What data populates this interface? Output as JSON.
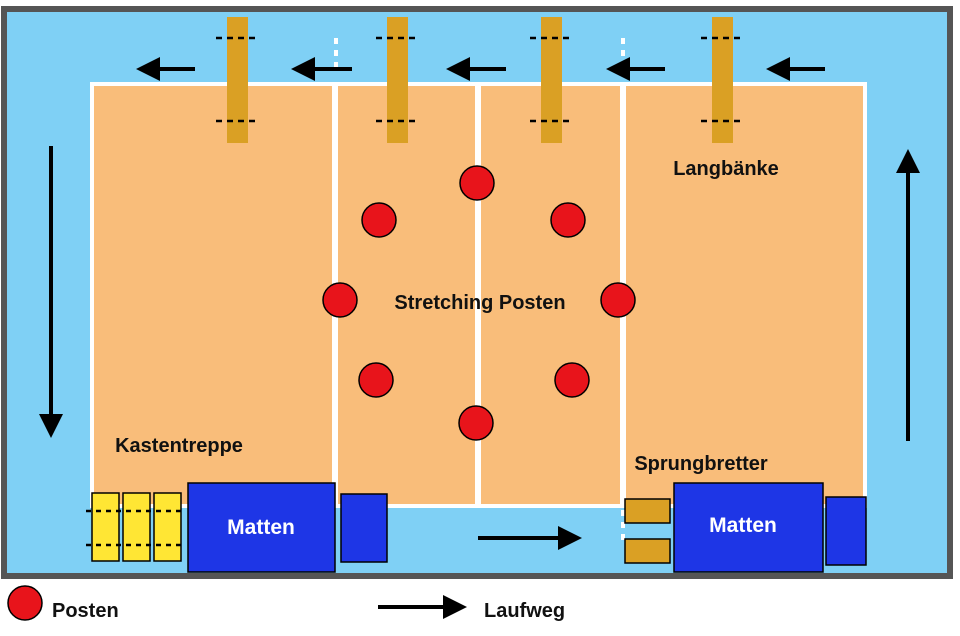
{
  "labels": {
    "langbaenke": "Langbänke",
    "stretching_posten": "Stretching Posten",
    "kastentreppe": "Kastentreppe",
    "sprungbretter": "Sprungbretter",
    "matten_left": "Matten",
    "matten_right": "Matten"
  },
  "legend": {
    "posten": "Posten",
    "laufweg": "Laufweg"
  },
  "colors": {
    "outer_frame": "#555555",
    "run_area": "#7fd0f5",
    "court": "#f9bd7a",
    "court_lines": "#ffffff",
    "bench": "#daa024",
    "posten": "#e8141b",
    "mats": "#1e36e6",
    "box_steps": "#ffe634",
    "springboards": "#daa024",
    "arrows": "#000000"
  }
}
